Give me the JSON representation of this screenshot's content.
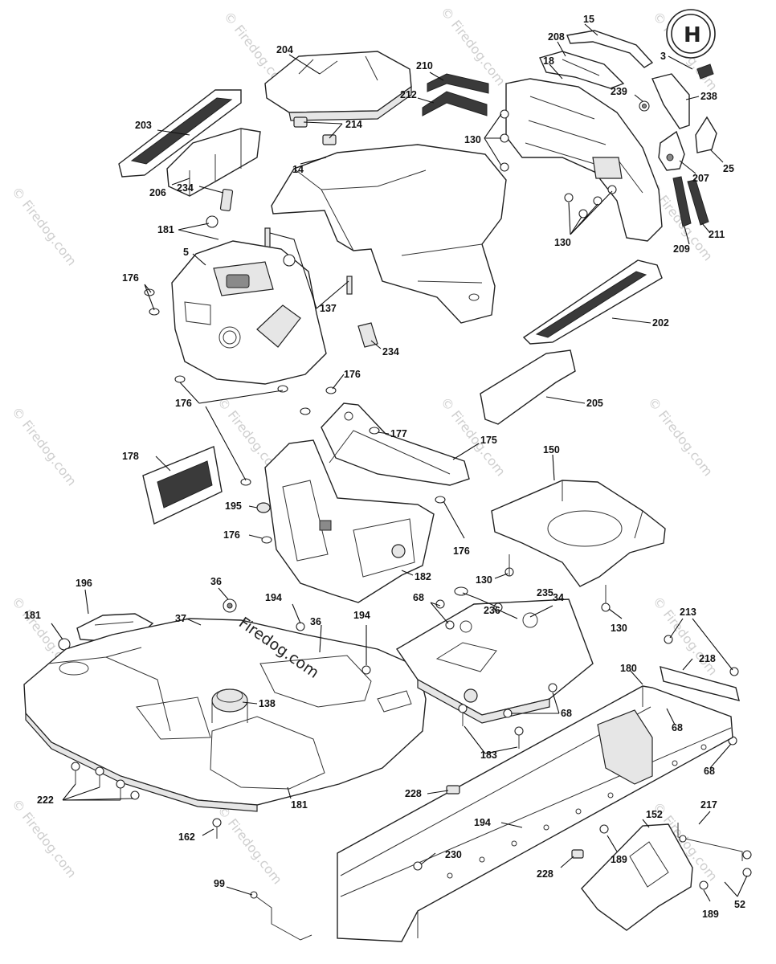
{
  "diagram": {
    "callouts": {
      "c204": "204",
      "c210": "210",
      "c212": "212",
      "c214": "214",
      "c15": "15",
      "c208": "208",
      "c18": "18",
      "c3": "3",
      "c238": "238",
      "c239": "239",
      "c130": "130",
      "c207": "207",
      "c25": "25",
      "c203": "203",
      "c206": "206",
      "c14": "14",
      "c234": "234",
      "c181": "181",
      "c5": "5",
      "c176": "176",
      "c137": "137",
      "c209": "209",
      "c211": "211",
      "c202": "202",
      "c205": "205",
      "c177": "177",
      "c175": "175",
      "c178": "178",
      "c150": "150",
      "c195": "195",
      "c182": "182",
      "c196": "196",
      "c36": "36",
      "c37": "37",
      "c194": "194",
      "c235": "235",
      "c68": "68",
      "c236": "236",
      "c34": "34",
      "c213": "213",
      "c218": "218",
      "c180": "180",
      "c138": "138",
      "c183": "183",
      "c222": "222",
      "c162": "162",
      "c228": "228",
      "c217": "217",
      "c152": "152",
      "c230": "230",
      "c189": "189",
      "c52": "52",
      "c99": "99"
    },
    "watermark": {
      "brand_text": "© Firedog.com",
      "center_text": "Firedog.com"
    },
    "logo": {
      "glyph": "H",
      "icon": "husqvarna-crown-icon"
    },
    "colors": {
      "line": "#222222",
      "watermark": "#cfcfcf",
      "hatch": "#3a3a3a"
    }
  }
}
